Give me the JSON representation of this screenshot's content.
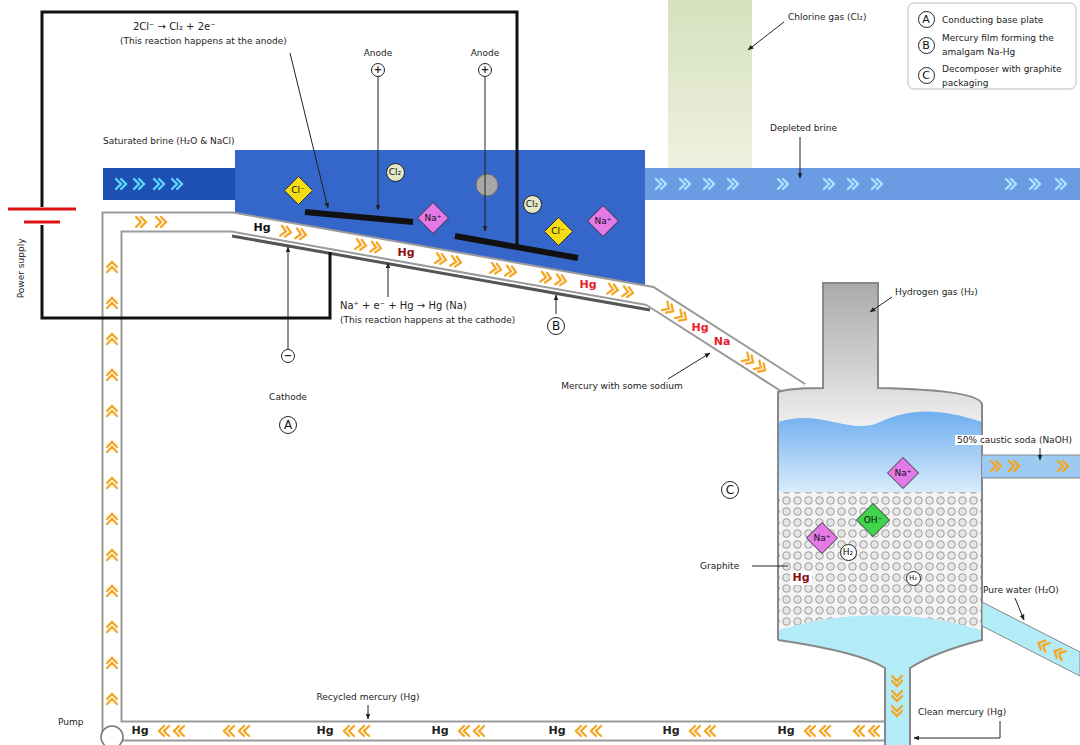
{
  "diagram": {
    "nodes": [
      {
        "text": [
          "A"
        ]
      },
      {
        "text": [
          "B"
        ]
      },
      {
        "text": [
          "C"
        ]
      },
      {
        "text": [
          "Cl⁻"
        ]
      },
      {
        "text": [
          "Cl₂"
        ]
      },
      {
        "text": [
          "Na⁺"
        ]
      },
      {
        "text": [
          "Cl₂"
        ]
      },
      {
        "text": [
          "Cl⁻"
        ]
      },
      {
        "text": [
          "Na⁺"
        ]
      },
      {
        "text": [
          "A"
        ]
      },
      {
        "text": [
          "B"
        ]
      },
      {
        "text": [
          "C"
        ]
      },
      {
        "text": [
          "Na⁺"
        ]
      },
      {
        "text": [
          "OH⁻"
        ]
      },
      {
        "text": [
          "Na⁺"
        ]
      },
      {
        "text": [
          "H₂"
        ]
      },
      {
        "text": [
          "H₂"
        ]
      }
    ],
    "labels": [
      "2Cl⁻ → Cl₂ + 2e⁻",
      "(This reaction happens at the anode)",
      "Anode",
      "+",
      "Anode",
      "+",
      "Chlorine gas (Cl₂)",
      "Saturated brine (H₂O & NaCl)",
      "Depleted brine",
      "Power supply",
      "Hg",
      "Hg",
      "Hg",
      "Hg",
      "Na",
      "Na⁺ + e⁻ + Hg → Hg (Na)",
      "(This reaction happens at the cathode)",
      "−",
      "Cathode",
      "Mercury with some sodium",
      "Hydrogen gas (H₂)",
      "50% caustic soda (NaOH)",
      "Graphite",
      "Hg",
      "Pure water (H₂O)",
      "Pump",
      "Recycled mercury (Hg)",
      "Hg",
      "Hg",
      "Hg",
      "Hg",
      "Hg",
      "Hg",
      "Clean mercury (Hg)"
    ],
    "legend": [
      {
        "text": "Conducting base plate"
      },
      {
        "text": "Mercury film forming the amalgam Na-Hg"
      },
      {
        "text": "Decomposer with graphite packaging"
      }
    ]
  }
}
